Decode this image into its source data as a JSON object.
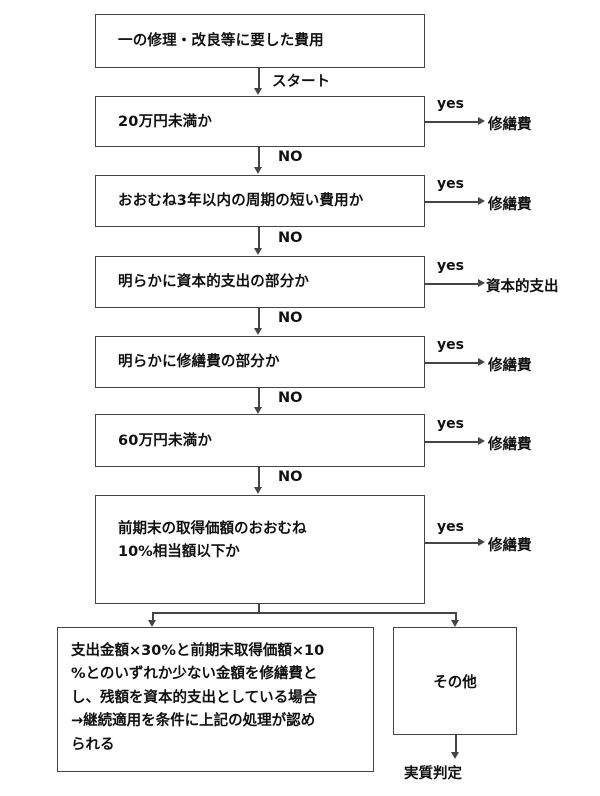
{
  "diagram": {
    "title_box": {
      "text": "一の修理・改良等に要した費用"
    },
    "start_edge_label": "スタート",
    "no_label": "NO",
    "yes_label": "yes",
    "decisions": [
      {
        "text": "20万円未満か",
        "yes_label": "yes",
        "yes_outcome": "修繕費",
        "no_label": "NO"
      },
      {
        "text": "おおむね3年以内の周期の短い費用か",
        "yes_label": "yes",
        "yes_outcome": "修繕費",
        "no_label": "NO"
      },
      {
        "text": "明らかに資本的支出の部分か",
        "yes_label": "yes",
        "yes_outcome": "資本的支出",
        "no_label": "NO"
      },
      {
        "text": "明らかに修繕費の部分か",
        "yes_label": "yes",
        "yes_outcome": "修繕費",
        "no_label": "NO"
      },
      {
        "text": "60万円未満か",
        "yes_label": "yes",
        "yes_outcome": "修繕費",
        "no_label": "NO"
      },
      {
        "text": "前期末の取得価額のおおむね\n10%相当額以下か",
        "yes_label": "yes",
        "yes_outcome": "修繕費",
        "no_label": ""
      }
    ],
    "terminal_left": {
      "text": "支出金額×30%と前期末取得価額×10\n%とのいずれか少ない金額を修繕費と\nし、残額を資本的支出としている場合\n→継続適用を条件に上記の処理が認め\nられる"
    },
    "terminal_right": {
      "text": "その他",
      "outcome": "実質判定"
    },
    "colors": {
      "border": "#454545",
      "text": "#101010",
      "background": "#ffffff"
    }
  }
}
